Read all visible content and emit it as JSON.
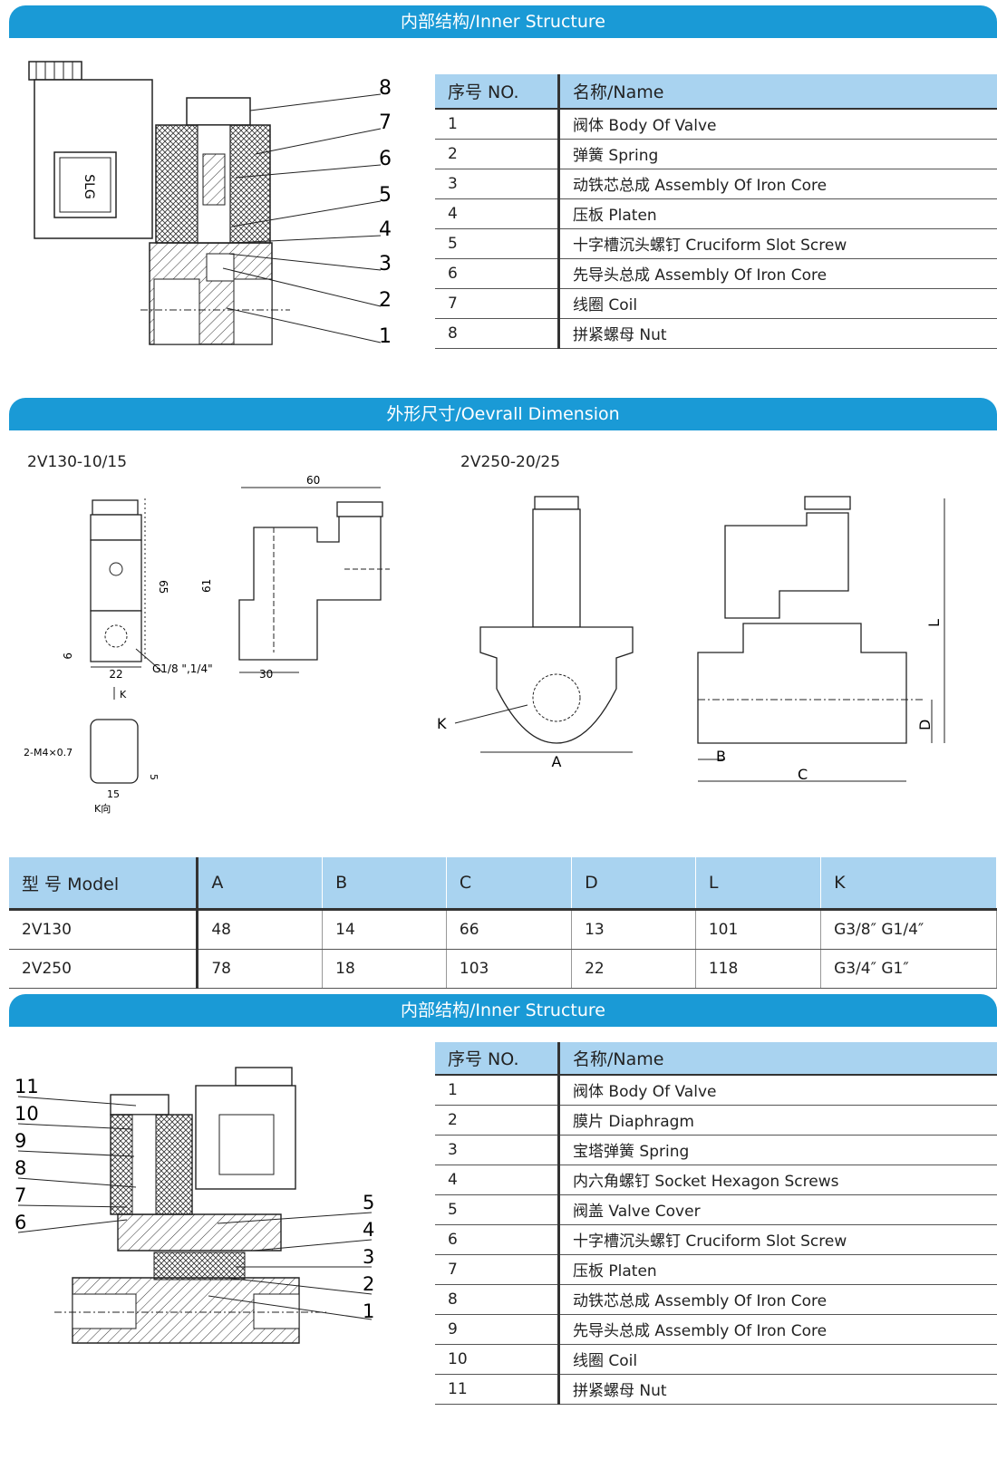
{
  "section1": {
    "title": "内部结构/Inner Structure",
    "header_no": "序号 NO.",
    "header_name": "名称/Name",
    "parts": [
      {
        "no": "1",
        "name": "阀体 Body Of Valve"
      },
      {
        "no": "2",
        "name": "弹簧 Spring"
      },
      {
        "no": "3",
        "name": "动铁芯总成 Assembly Of Iron Core"
      },
      {
        "no": "4",
        "name": "压板 Platen"
      },
      {
        "no": "5",
        "name": "十字槽沉头螺钉 Cruciform Slot Screw"
      },
      {
        "no": "6",
        "name": "先导头总成 Assembly Of Iron Core"
      },
      {
        "no": "7",
        "name": "线圈 Coil"
      },
      {
        "no": "8",
        "name": "拼紧螺母 Nut"
      }
    ],
    "drawing": {
      "coil_label": "SLG",
      "callouts": [
        "8",
        "7",
        "6",
        "5",
        "4",
        "3",
        "2",
        "1"
      ]
    }
  },
  "section2": {
    "title": "外形尺寸/Oevrall Dimension",
    "model_a": "2V130-10/15",
    "model_b": "2V250-20/25",
    "dims_a": {
      "d60": "60",
      "d65": "65",
      "d61": "61",
      "d9": "9",
      "d22": "22",
      "d30": "30",
      "thread": "G1/8 \",1/4\"",
      "k_arrow": "K",
      "m4": "2-M4×0.7",
      "d5": "5",
      "d15": "15",
      "kdir": "K向"
    },
    "dims_b": {
      "K": "K",
      "A": "A",
      "B": "B",
      "C": "C",
      "D": "D",
      "L": "L"
    },
    "table": {
      "headers": [
        "型 号 Model",
        "A",
        "B",
        "C",
        "D",
        "L",
        "K"
      ],
      "rows": [
        [
          "2V130",
          "48",
          "14",
          "66",
          "13",
          "101",
          "G3/8″   G1/4″"
        ],
        [
          "2V250",
          "78",
          "18",
          "103",
          "22",
          "118",
          "G3/4″   G1″"
        ]
      ]
    }
  },
  "section3": {
    "title": "内部结构/Inner Structure",
    "header_no": "序号 NO.",
    "header_name": "名称/Name",
    "parts": [
      {
        "no": "1",
        "name": "阀体 Body Of Valve"
      },
      {
        "no": "2",
        "name": "膜片 Diaphragm"
      },
      {
        "no": "3",
        "name": "宝塔弹簧 Spring"
      },
      {
        "no": "4",
        "name": "内六角螺钉  Socket Hexagon Screws"
      },
      {
        "no": "5",
        "name": "阀盖 Valve Cover"
      },
      {
        "no": "6",
        "name": "十字槽沉头螺钉 Cruciform Slot Screw"
      },
      {
        "no": "7",
        "name": "压板 Platen"
      },
      {
        "no": "8",
        "name": "动铁芯总成 Assembly Of Iron Core"
      },
      {
        "no": "9",
        "name": "先导头总成 Assembly Of Iron Core"
      },
      {
        "no": "10",
        "name": "线圈 Coil"
      },
      {
        "no": "11",
        "name": "拼紧螺母 Nut"
      }
    ],
    "drawing": {
      "left_callouts": [
        "11",
        "10",
        "9",
        "8",
        "7",
        "6"
      ],
      "right_callouts": [
        "5",
        "4",
        "3",
        "2",
        "1"
      ]
    }
  }
}
